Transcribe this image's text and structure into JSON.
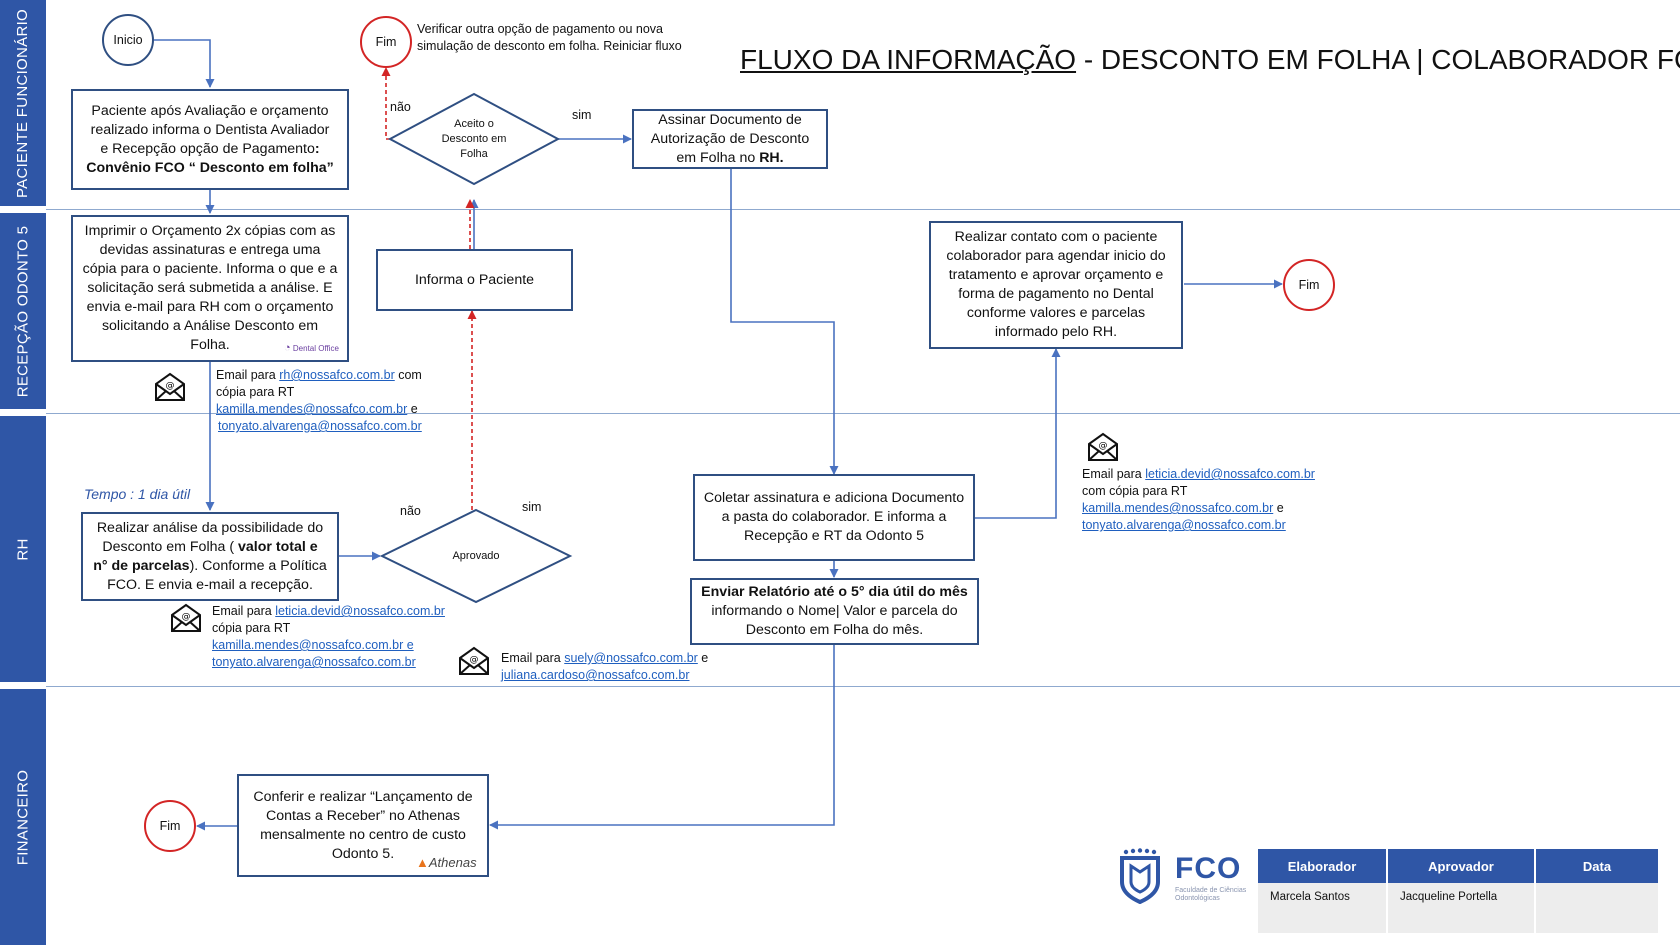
{
  "title": {
    "underlined": "FLUXO DA INFORMAÇÃO",
    "rest": " - DESCONTO EM FOLHA | COLABORADOR FCO"
  },
  "lanes": [
    "PACIENTE FUNCIONÁRIO",
    "RECEPÇÃO ODONTO 5",
    "RH",
    "FINANCEIRO"
  ],
  "nodes": {
    "inicio": "Inicio",
    "fim_top": "Fim",
    "fim_top_note_1": "Verificar outra opção de pagamento ou nova",
    "fim_top_note_2": "simulação de desconto em folha. Reiniciar fluxo",
    "fim_right": "Fim",
    "fim_bottom": "Fim",
    "paciente_1": "Paciente após Avaliação  e orçamento",
    "paciente_2": "realizado informa o Dentista Avaliador",
    "paciente_3": "e  Recepção opção de Pagamento",
    "paciente_3b": ":",
    "paciente_4": "Convênio FCO “ Desconto em folha”",
    "aceito": "Aceito o Desconto em Folha",
    "assinar_1": "Assinar  Documento de",
    "assinar_2": "Autorização de Desconto",
    "assinar_3": "em Folha no",
    "assinar_3b": "RH.",
    "imprimir": "Imprimir o Orçamento  2x cópias com as devidas assinaturas  e entrega uma cópia para  o paciente. Informa o que e a solicitação será submetida a análise. E envia e-mail para RH com o orçamento solicitando a Análise Desconto em Folha.",
    "informa": "Informa o Paciente",
    "contato": "Realizar contato com o paciente colaborador para agendar inicio do tratamento e aprovar orçamento e forma de pagamento no Dental conforme valores e parcelas informado pelo RH.",
    "analise_1": "Realizar análise da possibilidade do",
    "analise_2": "Desconto em Folha (",
    "analise_2b": " valor total e",
    "analise_3b": "n° de parcelas",
    "analise_3": "). Conforme a Política",
    "analise_4": "FCO. E envia e-mail a recepção.",
    "aprovado": "Aprovado",
    "coletar": "Coletar assinatura e adiciona Documento a pasta do colaborador. E informa a Recepção e RT da Odonto 5",
    "enviar_1": "Enviar Relatório até o 5° dia útil do mês",
    "enviar_2": "informando o Nome| Valor e parcela do",
    "enviar_3": "Desconto em Folha do mês.",
    "conferir": "Conferir e realizar “Lançamento de Contas a Receber” no Athenas mensalmente no centro de custo Odonto 5."
  },
  "labels": {
    "nao_top": "não",
    "sim_top": "sim",
    "nao_rh": "não",
    "sim_rh": "sim",
    "tempo": "Tempo : 1 dia útil"
  },
  "emails": {
    "recepcao": {
      "p1": "Email para ",
      "l1": "rh@nossafco.com.br",
      "p2": " com",
      "p3": "cópia para RT",
      "l2": "kamilla.mendes@nossafco.com.br",
      "p4": " e",
      "l3": "tonyato.alvarenga@nossafco.com.br"
    },
    "rh": {
      "p1": "Email para ",
      "l1": "leticia.devid@nossafco.com.br",
      "p2": " cópia para RT",
      "l2": "kamilla.mendes@nossafco.com.br e",
      "l3": "tonyato.alvarenga@nossafco.com.br"
    },
    "relatorio": {
      "p1": "Email para ",
      "l1": "suely@nossafco.com.br",
      "p2": "  e",
      "l2": "juliana.cardoso@nossafco.com.br"
    },
    "contato": {
      "p1": "Email para ",
      "l1": "leticia.devid@nossafco.com.br",
      "p2": "com cópia para RT",
      "l2": "kamilla.mendes@nossafco.com.br",
      "p3": "  e",
      "l3": "tonyato.alvarenga@nossafco.com.br"
    }
  },
  "logos": {
    "dental": "Dental Office",
    "athenas": "Athenas",
    "fco": "FCO",
    "fco_sub_1": "Faculdade de Ciências",
    "fco_sub_2": "Odontológicas"
  },
  "approval": {
    "headers": [
      "Elaborador",
      "Aprovador",
      "Data"
    ],
    "values": [
      "Marcela Santos",
      "Jacqueline Portella",
      ""
    ]
  },
  "colors": {
    "lane": "#2f56a6",
    "box_border": "#2f4f82",
    "flow_line": "#4a72c0",
    "reject_line": "#d32525"
  }
}
